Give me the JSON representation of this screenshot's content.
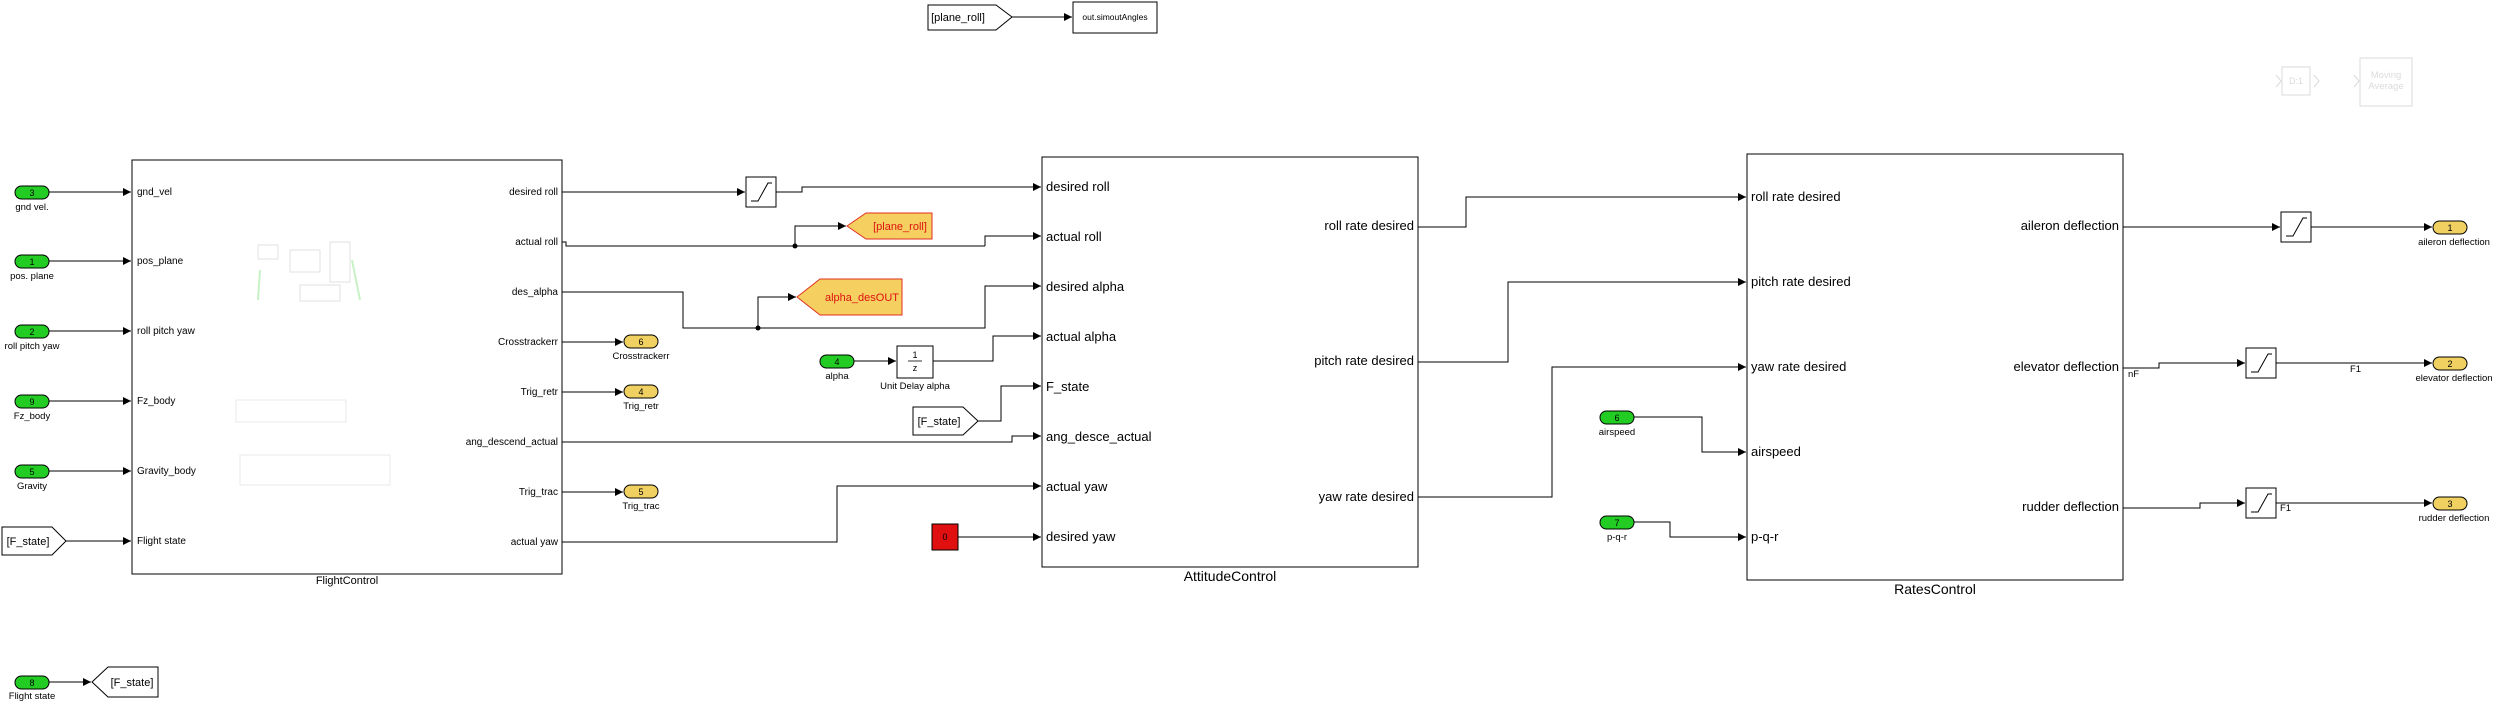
{
  "top": {
    "from_tag": "[plane_roll]",
    "to_workspace": "out.simoutAngles"
  },
  "ghost_blocks": {
    "rate_transition": "D:1",
    "moving_average_line1": "Moving",
    "moving_average_line2": "Average"
  },
  "flight_control": {
    "name": "FlightControl",
    "inputs": [
      "gnd_vel",
      "pos_plane",
      "roll pitch yaw",
      "Fz_body",
      "Gravity_body",
      "Flight state"
    ],
    "outputs": [
      "desired roll",
      "actual roll",
      "des_alpha",
      "Crosstrackerr",
      "Trig_retr",
      "ang_descend_actual",
      "Trig_trac",
      "actual yaw"
    ]
  },
  "inports": [
    {
      "num": "3",
      "label": "gnd vel."
    },
    {
      "num": "1",
      "label": "pos. plane"
    },
    {
      "num": "2",
      "label": "roll pitch yaw"
    },
    {
      "num": "9",
      "label": "Fz_body"
    },
    {
      "num": "5",
      "label": "Gravity"
    }
  ],
  "fstate_from": "[F_state]",
  "flight_state_inport": {
    "num": "8",
    "label": "Flight state"
  },
  "fstate_goto": "[F_state]",
  "fc_outports": [
    {
      "num": "6",
      "label": "Crosstrackerr"
    },
    {
      "num": "4",
      "label": "Trig_retr"
    },
    {
      "num": "5",
      "label": "Trig_trac"
    }
  ],
  "goto_plane_roll": "[plane_roll]",
  "goto_alpha": "alpha_desOUT",
  "alpha_inport": {
    "num": "4",
    "label": "alpha"
  },
  "unit_delay": {
    "top": "1",
    "bottom": "z",
    "label": "Unit Delay alpha"
  },
  "fstate_from2": "[F_state]",
  "const_block": "0",
  "attitude_control": {
    "name": "AttitudeControl",
    "inputs": [
      "desired roll",
      "actual roll",
      "desired alpha",
      "actual alpha",
      "F_state",
      "ang_desce_actual",
      "actual yaw",
      "desired yaw"
    ],
    "outputs": [
      "roll rate desired",
      "pitch rate desired",
      "yaw rate desired"
    ]
  },
  "airspeed_inport": {
    "num": "6",
    "label": "airspeed"
  },
  "pqr_inport": {
    "num": "7",
    "label": "p-q-r"
  },
  "rates_control": {
    "name": "RatesControl",
    "inputs": [
      "roll rate desired",
      "pitch rate desired",
      "yaw rate desired",
      "airspeed",
      "p-q-r"
    ],
    "outputs": [
      "aileron deflection",
      "elevator deflection",
      "rudder deflection"
    ]
  },
  "signal_labels": {
    "nf": "nF",
    "f1a": "F1",
    "f1b": "F1"
  },
  "outports": [
    {
      "num": "1",
      "label": "aileron deflection"
    },
    {
      "num": "2",
      "label": "elevator deflection"
    },
    {
      "num": "3",
      "label": "rudder deflection"
    }
  ],
  "colors": {
    "inport_fill": "#22cc22",
    "outport_fill": "#f0d060",
    "goto_fill": "#f5d060",
    "goto_text": "#dd1111",
    "goto_border": "#e03020",
    "constant_fill": "#e01010"
  }
}
